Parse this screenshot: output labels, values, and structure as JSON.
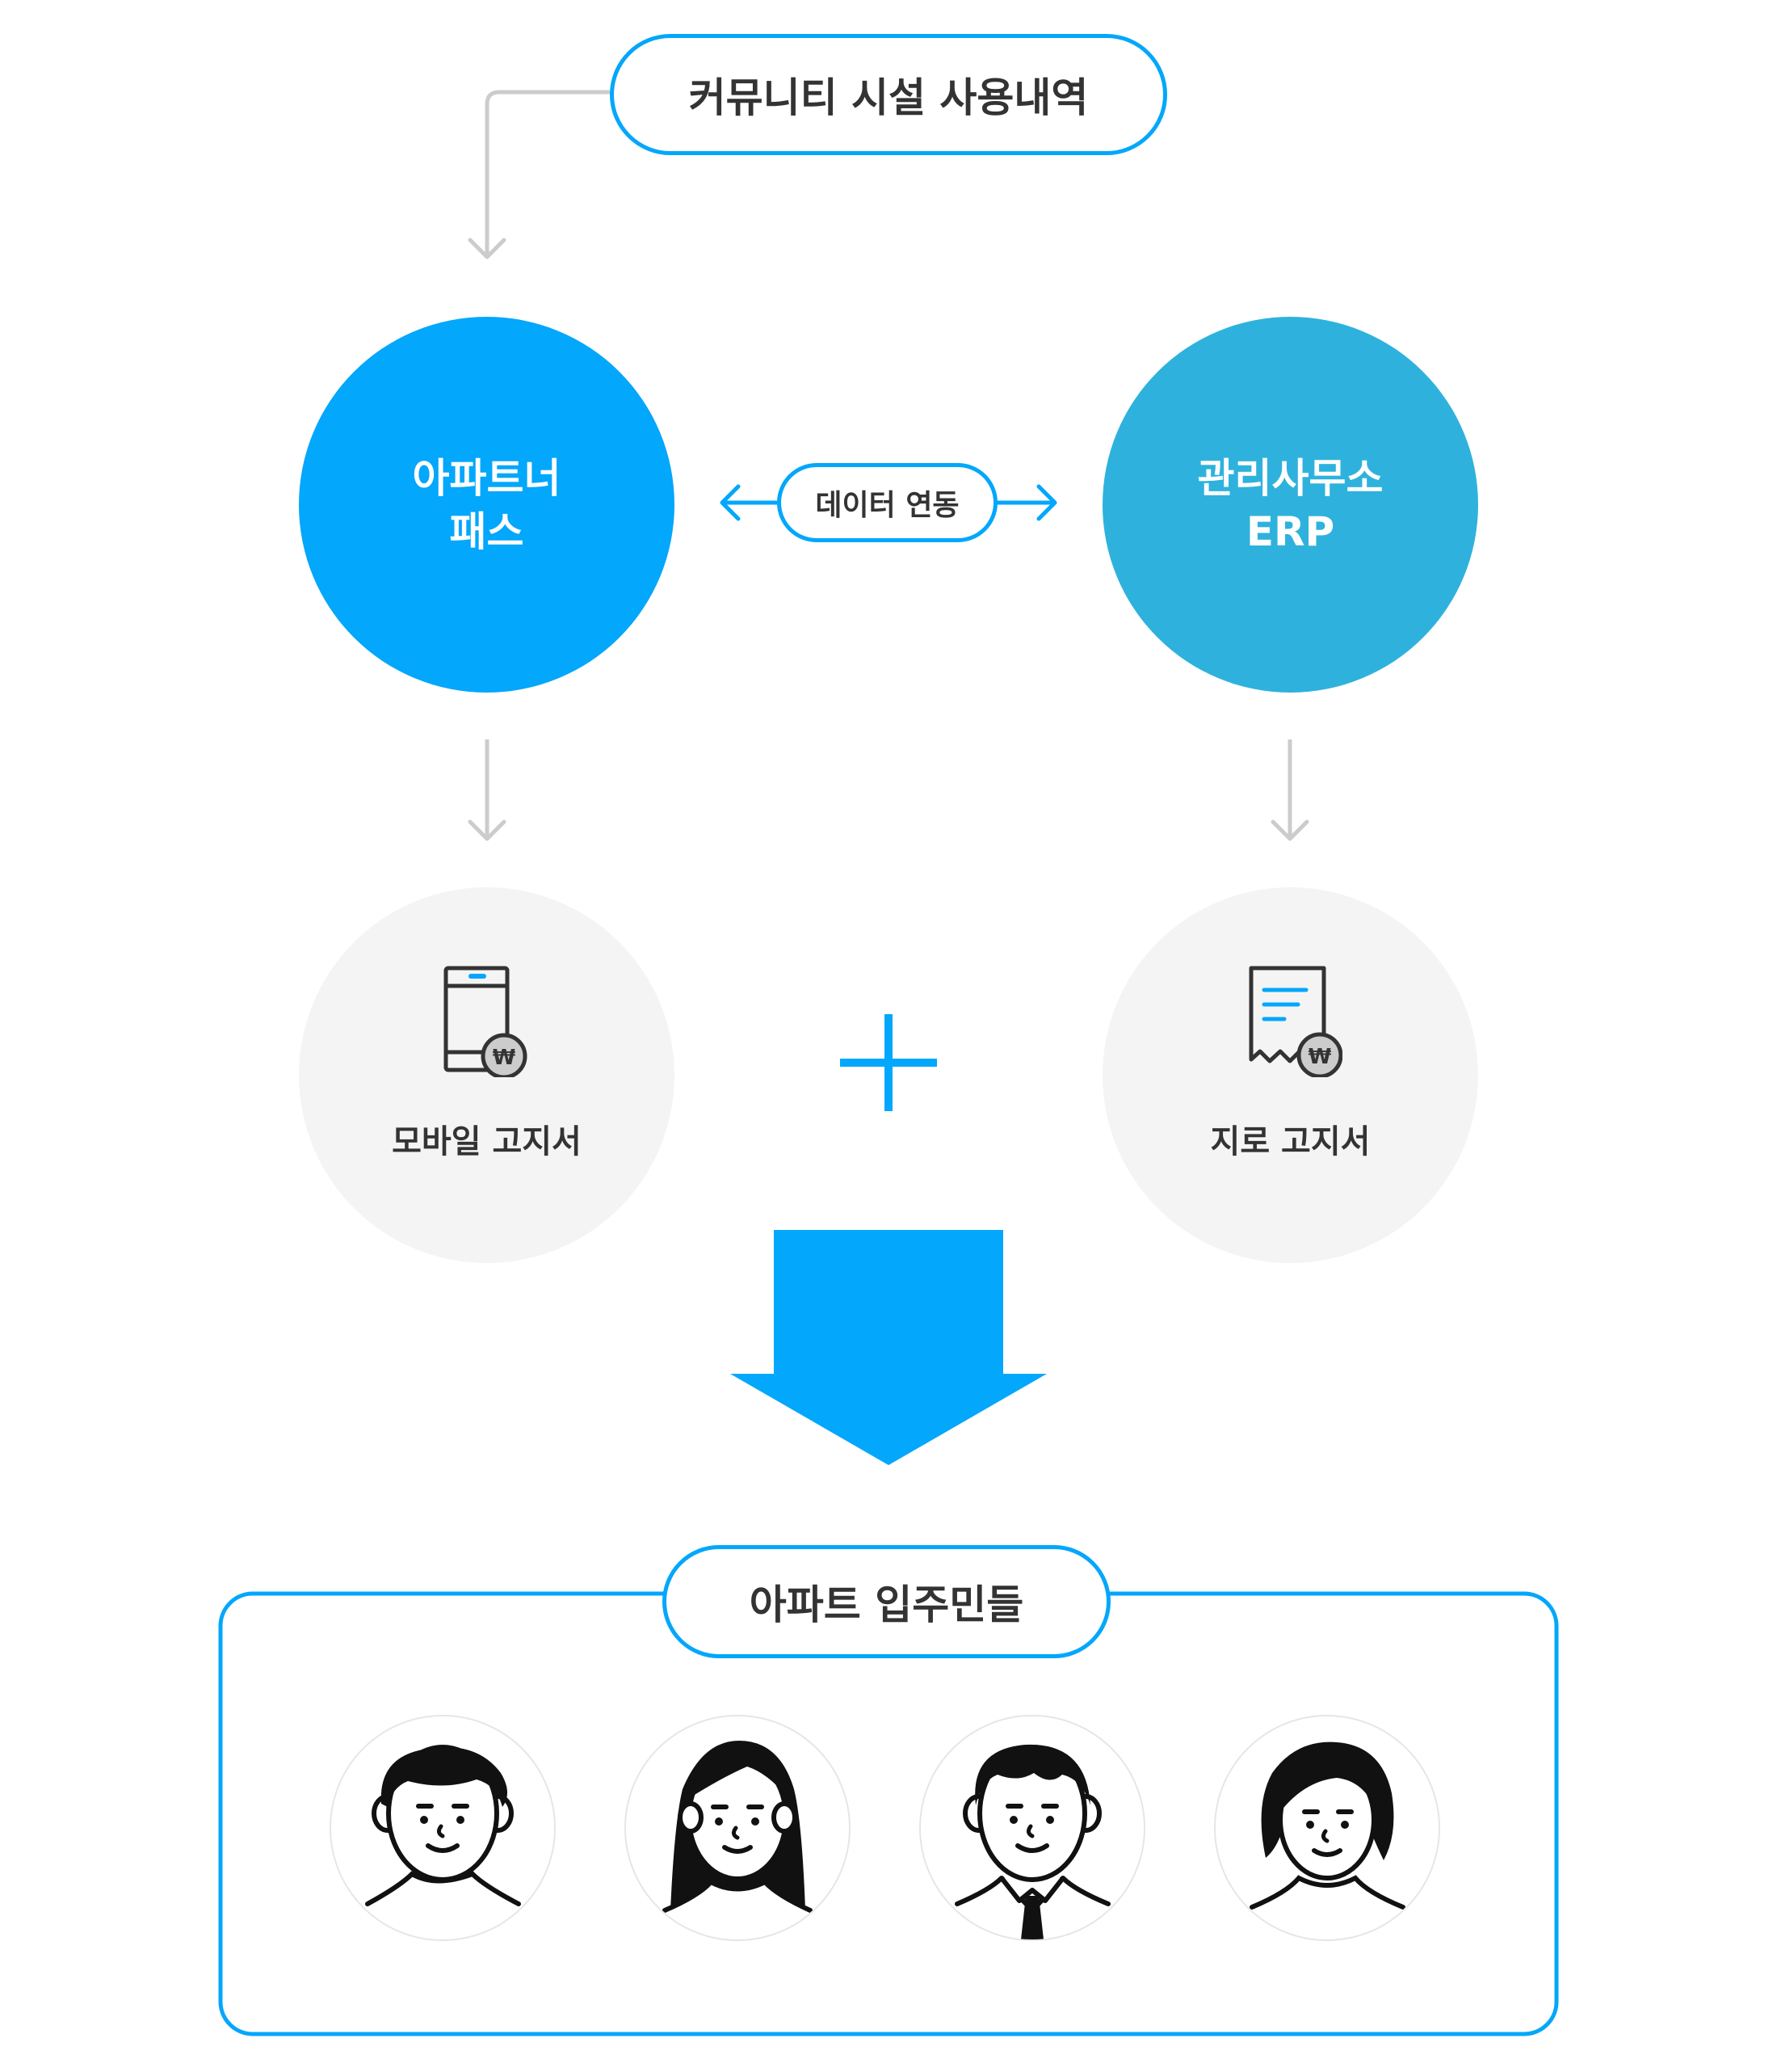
{
  "top": {
    "label": "커뮤니티 시설 사용내역"
  },
  "left_node": {
    "line1": "아파트너",
    "line2": "패스",
    "color": "#03a7fb"
  },
  "right_node": {
    "line1": "관리사무소",
    "line2": "ERP",
    "color": "#2eb2dd"
  },
  "link": {
    "label": "데이터 연동"
  },
  "outputs": [
    {
      "label": "모바일 고지서",
      "icon": "mobile-bill-icon"
    },
    {
      "label": "지로 고지서",
      "icon": "giro-receipt-icon"
    }
  ],
  "combine_icon": "plus-icon",
  "result": {
    "label": "아파트 입주민들"
  },
  "residents": [
    "resident-man-icon",
    "resident-long-hair-woman-icon",
    "resident-man-suit-icon",
    "resident-bob-hair-woman-icon"
  ],
  "colors": {
    "accent": "#03a7fb",
    "connector": "#cccccc",
    "panel": "#f4f4f4",
    "text": "#333333"
  }
}
